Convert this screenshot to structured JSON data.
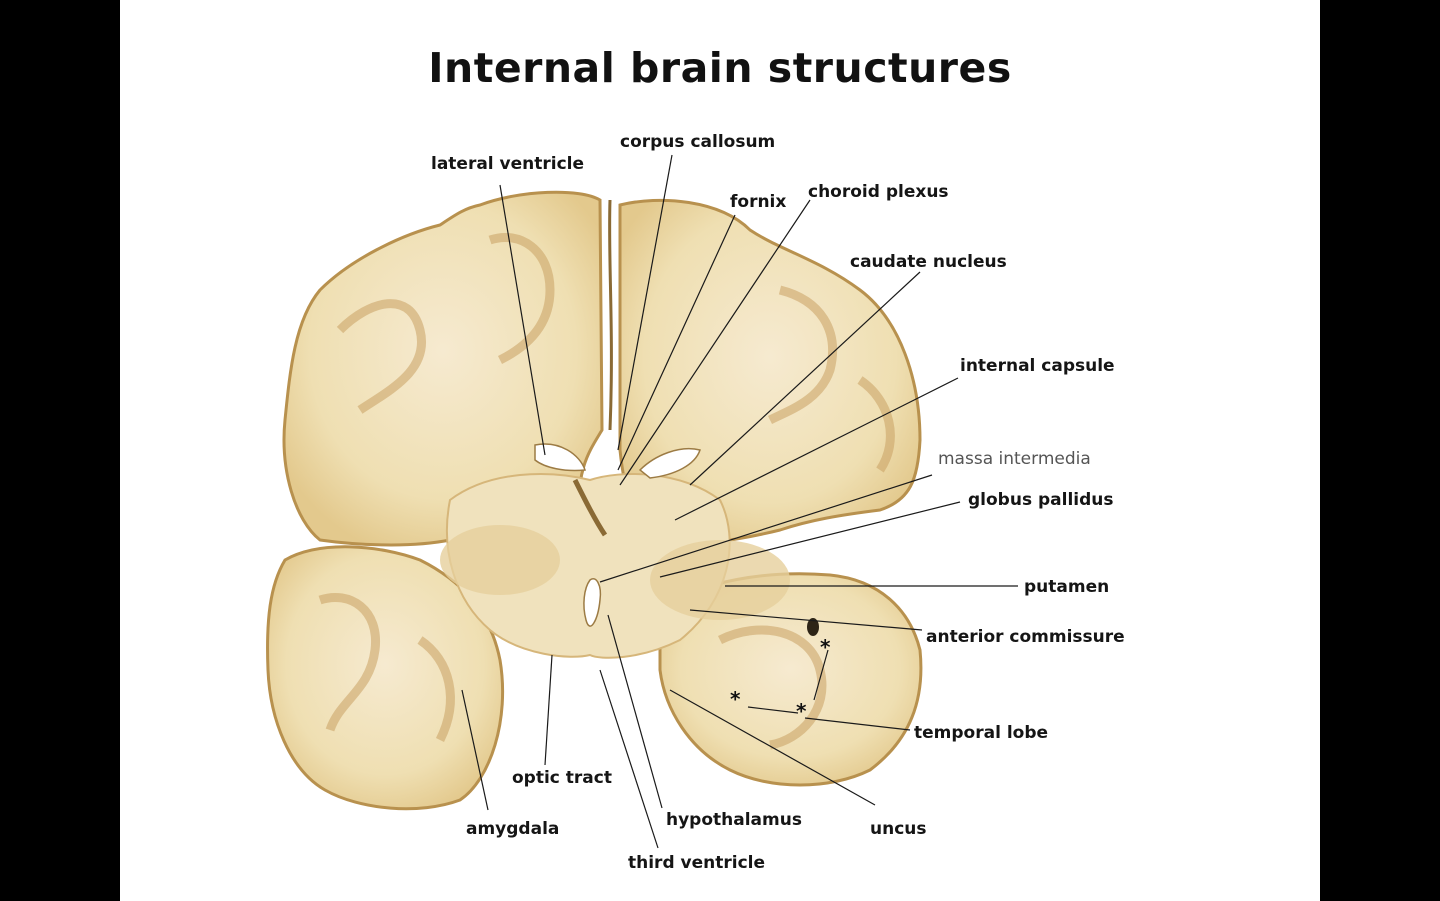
{
  "title": "Internal brain structures",
  "labels": {
    "lateral_ventricle": "lateral ventricle",
    "corpus_callosum": "corpus callosum",
    "fornix": "fornix",
    "choroid_plexus": "choroid plexus",
    "caudate_nucleus": "caudate nucleus",
    "internal_capsule": "internal capsule",
    "massa_intermedia": "massa intermedia",
    "globus_pallidus": "globus pallidus",
    "putamen": "putamen",
    "anterior_commissure": "anterior commissure",
    "temporal_lobe": "temporal lobe",
    "uncus": "uncus",
    "optic_tract": "optic tract",
    "amygdala": "amygdala",
    "hypothalamus": "hypothalamus",
    "third_ventricle": "third ventricle"
  },
  "markers": {
    "asterisk": "*"
  },
  "colors": {
    "page_background": "#000000",
    "slide_background": "#ffffff",
    "white_matter": "#f2e3b8",
    "gray_matter": "#d9b77a",
    "cortex_edge": "#b8914e"
  }
}
